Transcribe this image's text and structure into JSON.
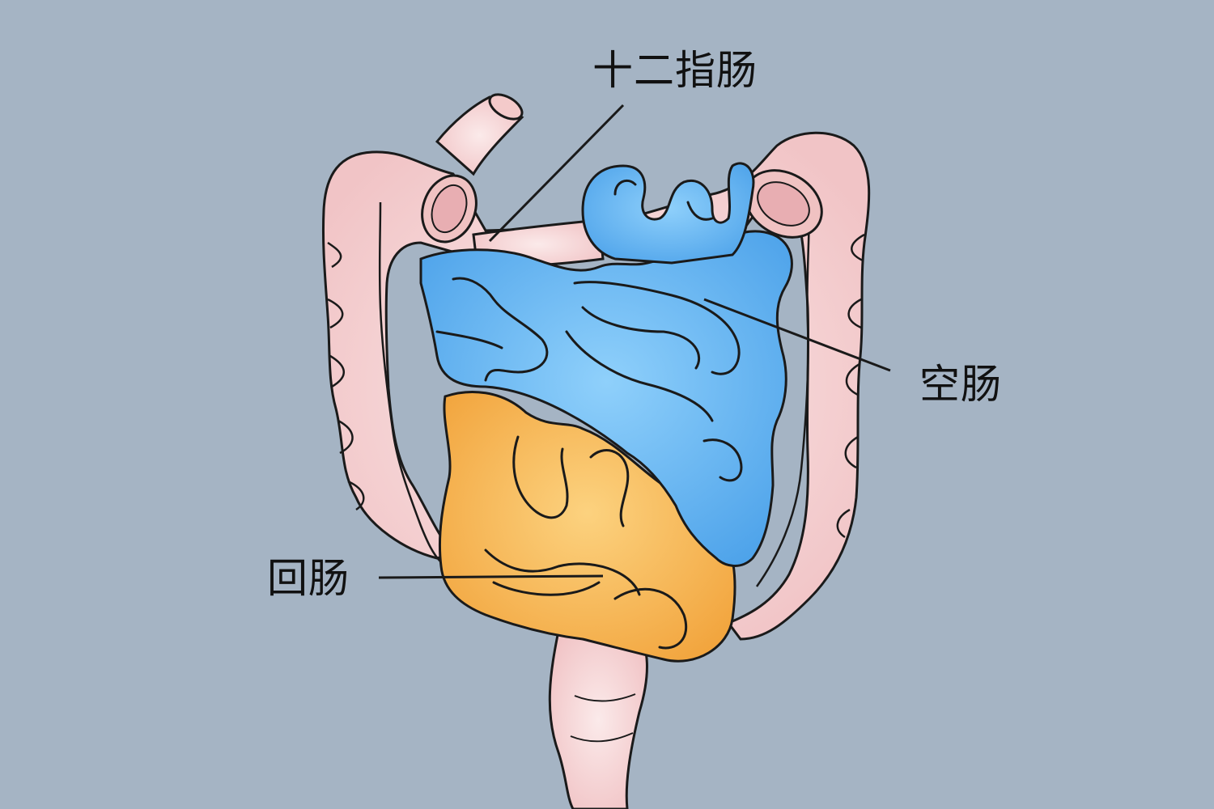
{
  "labels": {
    "duodenum": "十二指肠",
    "jejunum": "空肠",
    "ileum": "回肠"
  },
  "colors": {
    "background": "#a5b4c4",
    "large_intestine": "#f6dbdb",
    "jejunum": "#5fb0ef",
    "ileum": "#f7b553",
    "outline": "#1a1a1a"
  }
}
